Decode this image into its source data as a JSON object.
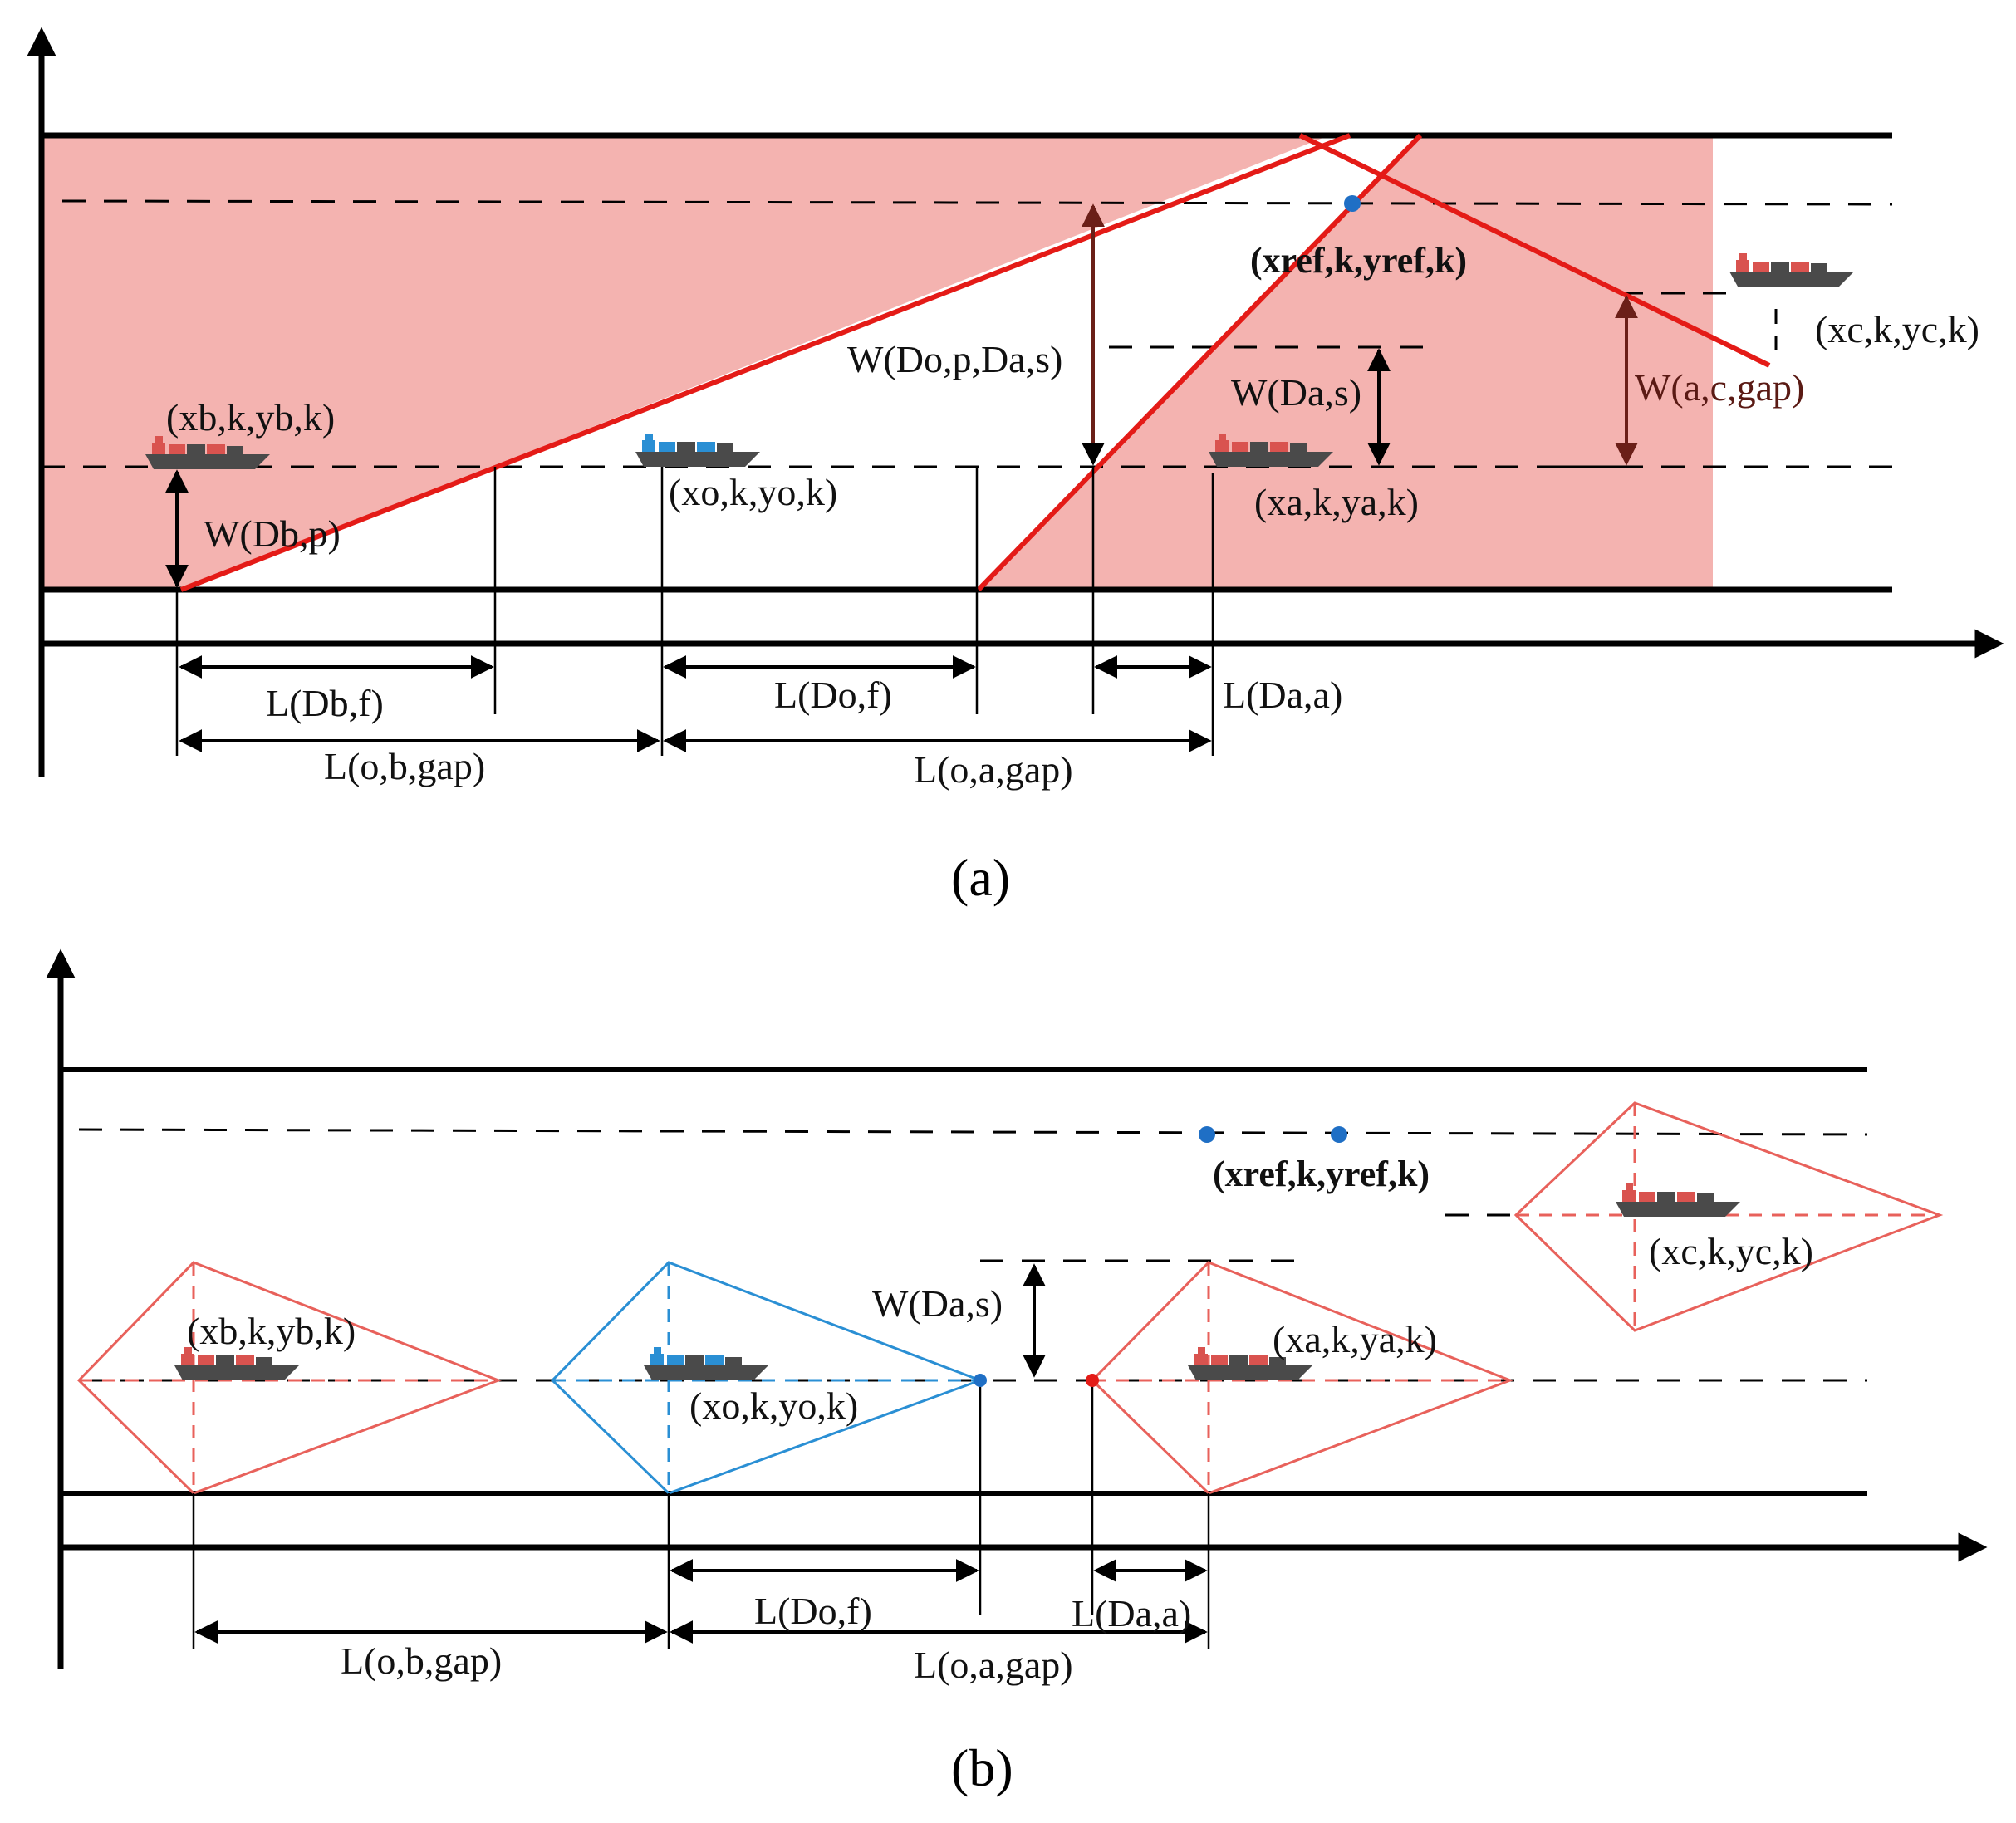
{
  "colors": {
    "danger_fill": "#f4b3b0",
    "danger_line": "#e41b17",
    "own_ship": "#2a8fd4",
    "target_ship": "#d9534f",
    "hull": "#4a4a4a",
    "brown_dim": "#6b1f18",
    "ref_point": "#1f6fc5"
  },
  "panel_a": {
    "label": "(a)",
    "ship_b": "(xb,k,yb,k)",
    "ship_o": "(xo,k,yo,k)",
    "ship_a": "(xa,k,ya,k)",
    "ship_c": "(xc,k,yc,k)",
    "ref": "(xref,k,yref,k)",
    "w_db_p": "W(Db,p)",
    "w_dop_das": "W(Do,p,Da,s)",
    "w_das": "W(Da,s)",
    "w_acgap": "W(a,c,gap)",
    "l_dbf": "L(Db,f)",
    "l_obgap": "L(o,b,gap)",
    "l_dof": "L(Do,f)",
    "l_oagap": "L(o,a,gap)",
    "l_daa": "L(Da,a)"
  },
  "panel_b": {
    "label": "(b)",
    "ship_b": "(xb,k,yb,k)",
    "ship_o": "(xo,k,yo,k)",
    "ship_a": "(xa,k,ya,k)",
    "ship_c": "(xc,k,yc,k)",
    "ref": "(xref,k,yref,k)",
    "w_das": "W(Da,s)",
    "l_obgap": "L(o,b,gap)",
    "l_dof": "L(Do,f)",
    "l_oagap": "L(o,a,gap)",
    "l_daa": "L(Da,a)"
  }
}
